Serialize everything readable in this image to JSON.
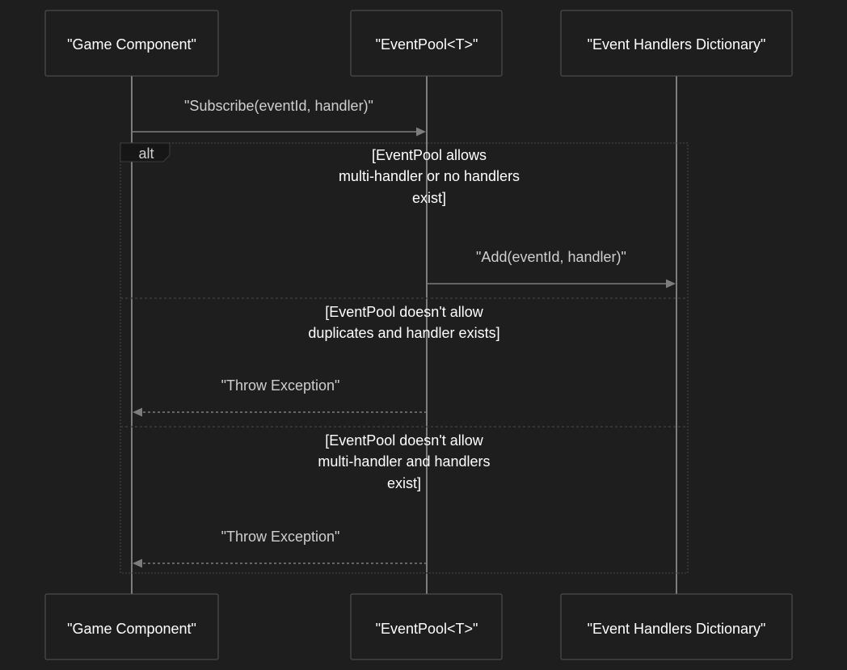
{
  "theme": {
    "background": "#1e1e1e",
    "box_fill": "#1e1e1e",
    "box_border": "#555555",
    "line": "#7d7d7d",
    "frame": "#3c3c3c",
    "participant_text": "#ffffff",
    "message_text": "#cfcfcf",
    "guard_text": "#ffffff"
  },
  "participants": [
    {
      "name": "\"Game Component\""
    },
    {
      "name": "\"EventPool<T>\""
    },
    {
      "name": "\"Event Handlers Dictionary\""
    }
  ],
  "messages": [
    {
      "text": "\"Subscribe(eventId, handler)\"",
      "from": 0,
      "to": 1,
      "dashed": false
    },
    {
      "text": "\"Add(eventId, handler)\"",
      "from": 1,
      "to": 2,
      "dashed": false
    },
    {
      "text": "\"Throw Exception\"",
      "from": 1,
      "to": 0,
      "dashed": true
    },
    {
      "text": "\"Throw Exception\"",
      "from": 1,
      "to": 0,
      "dashed": true
    }
  ],
  "alt": {
    "label": "alt",
    "sections": [
      {
        "guard": [
          "[EventPool allows",
          "multi-handler or no handlers",
          "exist]"
        ]
      },
      {
        "guard": [
          "[EventPool doesn't allow",
          "duplicates and handler exists]"
        ]
      },
      {
        "guard": [
          "[EventPool doesn't allow",
          "multi-handler and handlers",
          "exist]"
        ]
      }
    ]
  }
}
